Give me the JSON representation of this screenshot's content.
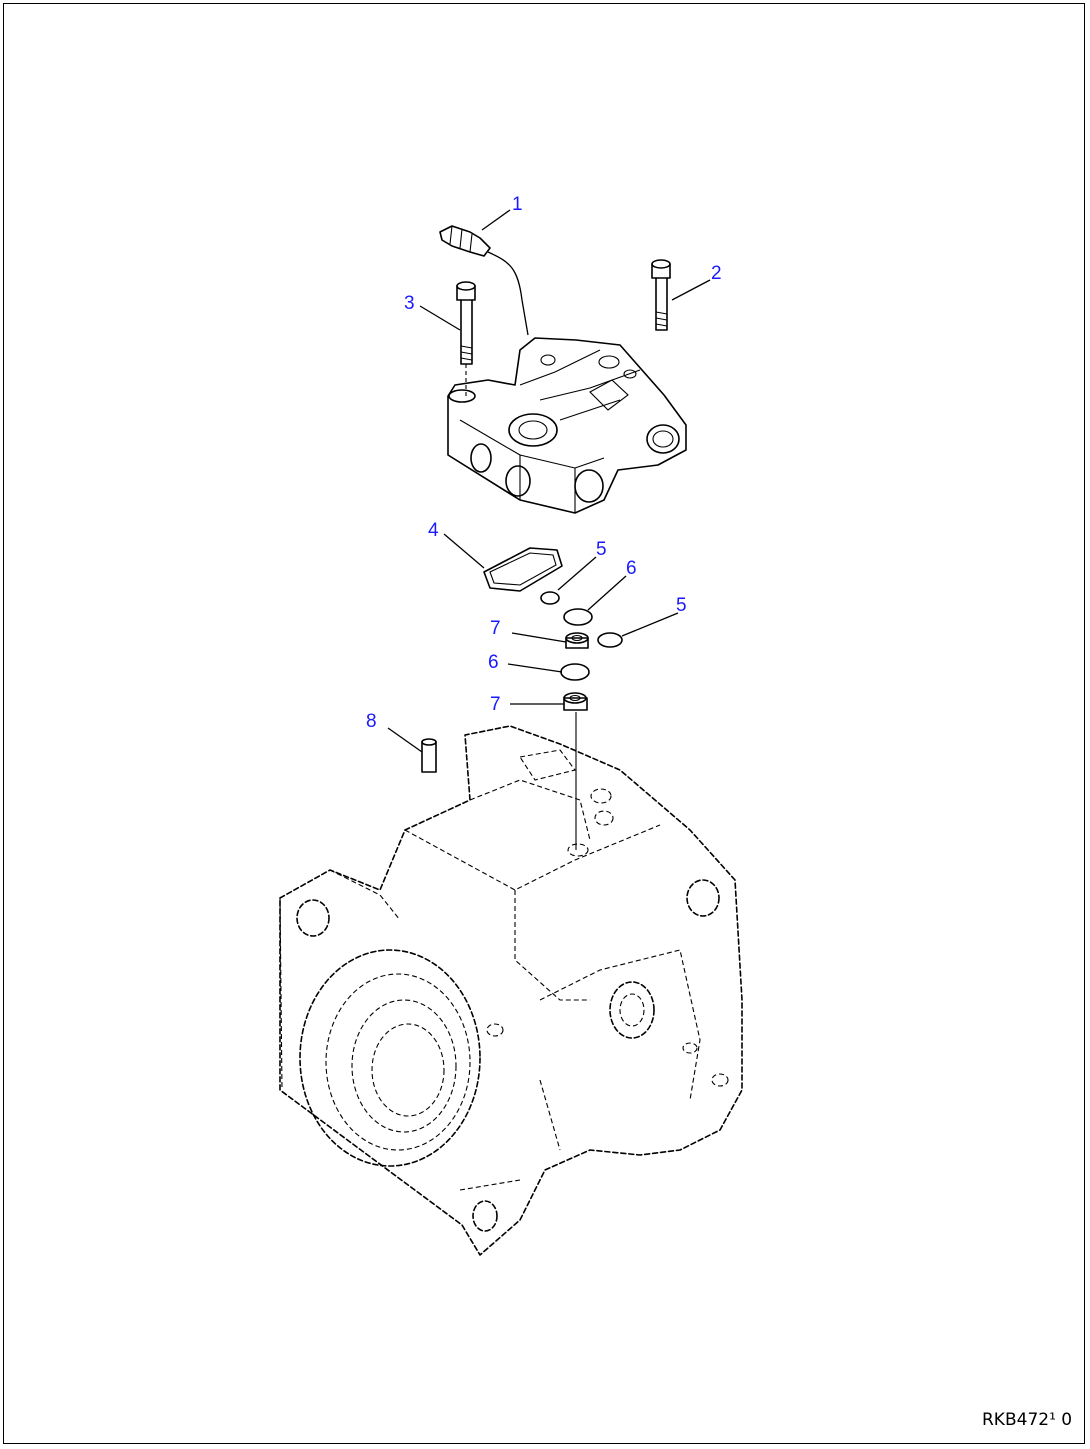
{
  "diagram": {
    "callouts": [
      {
        "id": "c1",
        "label": "1"
      },
      {
        "id": "c2",
        "label": "2"
      },
      {
        "id": "c3",
        "label": "3"
      },
      {
        "id": "c4",
        "label": "4"
      },
      {
        "id": "c5a",
        "label": "5"
      },
      {
        "id": "c6a",
        "label": "6"
      },
      {
        "id": "c5b",
        "label": "5"
      },
      {
        "id": "c7a",
        "label": "7"
      },
      {
        "id": "c6b",
        "label": "6"
      },
      {
        "id": "c7b",
        "label": "7"
      },
      {
        "id": "c8",
        "label": "8"
      }
    ],
    "reference_code": "RKB472¹ 0",
    "callout_color": "#1a1aff"
  }
}
